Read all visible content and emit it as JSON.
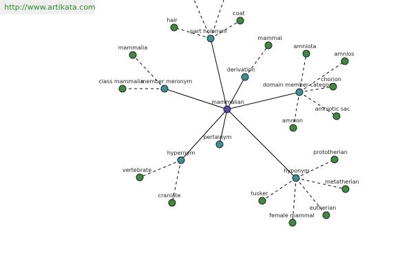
{
  "url": "http://www.artikata.com",
  "colors": {
    "center": "#4a4aa0",
    "relation": "#3f9096",
    "leaf": "#3f8a3f",
    "url_bg": "#efefef",
    "url_text": "#2d8a2d"
  },
  "nodes": {
    "mammalian": "mammalian",
    "part_holonym": "part holonym",
    "member_meronym": "member meronym",
    "derivation": "derivation",
    "domain_member_category": "domain member category",
    "pertainym": "pertainym",
    "hypernym": "hypernym",
    "hyponym": "hyponym",
    "hair": "hair",
    "coat": "coat",
    "mammalia": "mammalia",
    "class_mammalia": "class mammalia",
    "mammal": "mammal",
    "amniota": "amniota",
    "amnios": "amnios",
    "chorion": "chorion",
    "amniotic_sac": "amniotic sac",
    "amnion": "amnion",
    "vertebrate": "vertebrate",
    "craniate": "craniate",
    "prototherian": "prototherian",
    "metatherian": "metatherian",
    "eutherian": "eutherian",
    "female_mammal": "female mammal",
    "tusker": "tusker"
  }
}
